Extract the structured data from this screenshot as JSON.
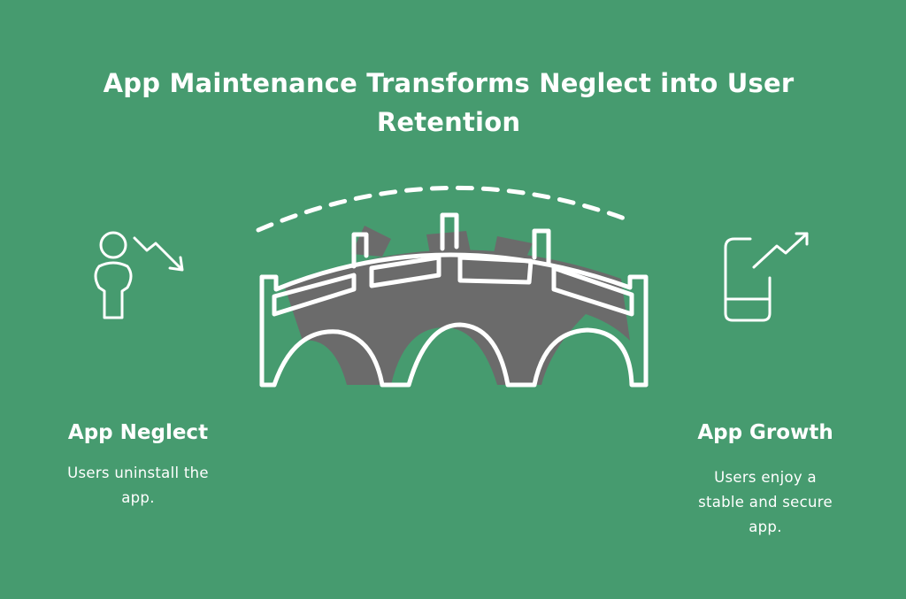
{
  "title": {
    "line1": "App Maintenance Transforms Neglect into User",
    "line2": "Retention"
  },
  "left": {
    "heading": "App Neglect",
    "desc_line1": "Users uninstall the",
    "desc_line2": "app.",
    "icon": "user-downtrend-icon"
  },
  "right": {
    "heading": "App Growth",
    "desc_line1": "Users enjoy a",
    "desc_line2": "stable and secure",
    "desc_line3": "app.",
    "icon": "phone-uptrend-icon"
  },
  "center": {
    "icon": "bridge-icon"
  },
  "colors": {
    "background": "#469b6f",
    "foreground": "#ffffff",
    "shadow": "#6b6b6b"
  }
}
